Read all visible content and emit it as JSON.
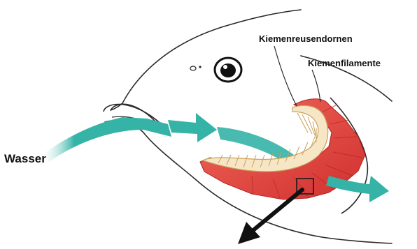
{
  "labels": {
    "water": "Wasser",
    "gill_rakers": "Kiemenreusendornen",
    "gill_filaments": "Kiemenfilamente"
  },
  "colors": {
    "outline": "#2a2a2a",
    "water_arrow": "#34b3a6",
    "filament_red": "#e23a3a",
    "filament_dark": "#c92b2b",
    "arch_fill": "#f7e6c6",
    "arch_stroke": "#c8a15a",
    "eye": "#111111",
    "pointer_arrow": "#111111"
  }
}
